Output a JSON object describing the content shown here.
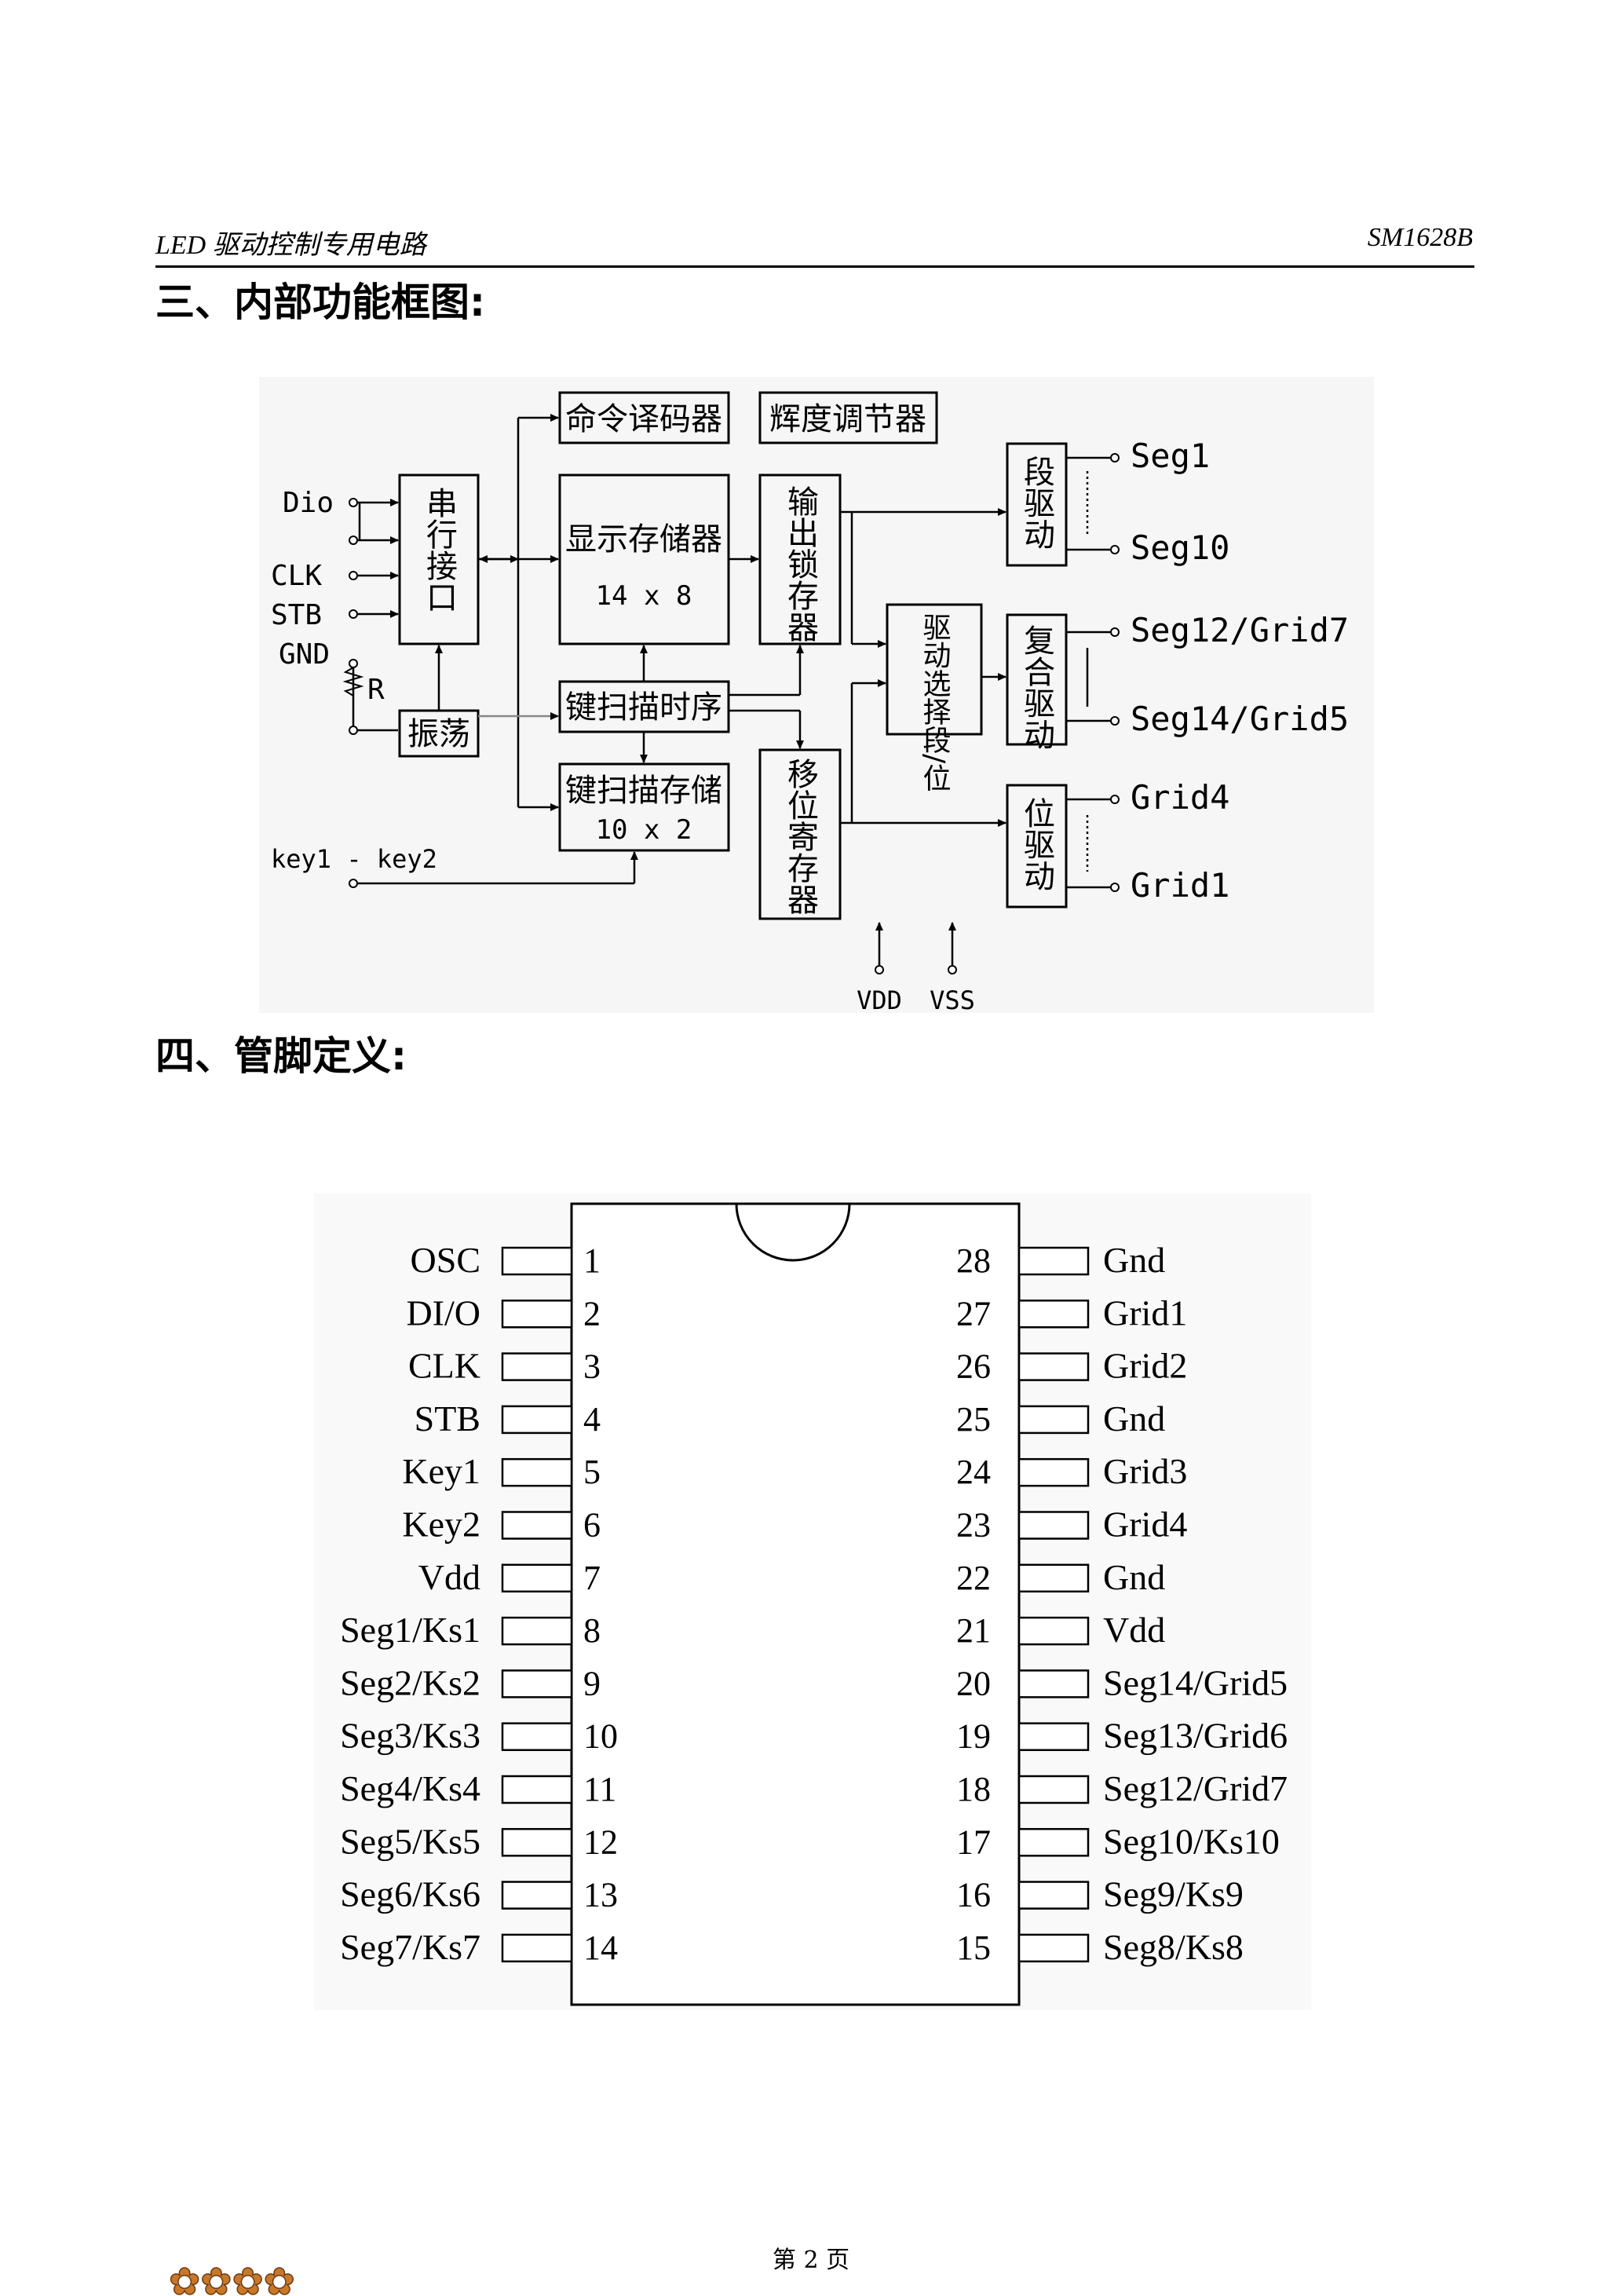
{
  "header": {
    "left": "LED 驱动控制专用电路",
    "right": "SM1628B"
  },
  "sections": {
    "block_diagram_title": "三、内部功能框图:",
    "pin_definition_title": "四、管脚定义:"
  },
  "block_diagram": {
    "blocks": {
      "cmd_decoder": "命令译码器",
      "brightness": "辉度调节器",
      "serial_if": "串行接口",
      "display_mem": "显示存储器",
      "display_mem_size": "14 x 8",
      "output_latch": "输出锁存器",
      "seg_driver": "段驱动",
      "key_scan_timing": "键扫描时序",
      "key_scan_store": "键扫描存储",
      "key_scan_store_size": "10 x 2",
      "drive_select": "驱动选择段/位",
      "composite_driver": "复合驱动",
      "oscillator": "振荡",
      "shift_reg": "移位寄存器",
      "grid_driver": "位驱动"
    },
    "signals": {
      "dio": "Dio",
      "clk": "CLK",
      "stb": "STB",
      "gnd": "GND",
      "r": "R",
      "keys": "key1 - key2",
      "vdd": "VDD",
      "vss": "VSS",
      "seg1": "Seg1",
      "seg10": "Seg10",
      "seg12_grid7": "Seg12/Grid7",
      "seg14_grid5": "Seg14/Grid5",
      "grid4": "Grid4",
      "grid1": "Grid1"
    }
  },
  "pins": {
    "left": [
      {
        "num": "1",
        "name": "OSC"
      },
      {
        "num": "2",
        "name": "DI/O"
      },
      {
        "num": "3",
        "name": "CLK"
      },
      {
        "num": "4",
        "name": "STB"
      },
      {
        "num": "5",
        "name": "Key1"
      },
      {
        "num": "6",
        "name": "Key2"
      },
      {
        "num": "7",
        "name": "Vdd"
      },
      {
        "num": "8",
        "name": "Seg1/Ks1"
      },
      {
        "num": "9",
        "name": "Seg2/Ks2"
      },
      {
        "num": "10",
        "name": "Seg3/Ks3"
      },
      {
        "num": "11",
        "name": "Seg4/Ks4"
      },
      {
        "num": "12",
        "name": "Seg5/Ks5"
      },
      {
        "num": "13",
        "name": "Seg6/Ks6"
      },
      {
        "num": "14",
        "name": "Seg7/Ks7"
      }
    ],
    "right": [
      {
        "num": "28",
        "name": "Gnd"
      },
      {
        "num": "27",
        "name": "Grid1"
      },
      {
        "num": "26",
        "name": "Grid2"
      },
      {
        "num": "25",
        "name": "Gnd"
      },
      {
        "num": "24",
        "name": "Grid3"
      },
      {
        "num": "23",
        "name": "Grid4"
      },
      {
        "num": "22",
        "name": "Gnd"
      },
      {
        "num": "21",
        "name": "Vdd"
      },
      {
        "num": "20",
        "name": "Seg14/Grid5"
      },
      {
        "num": "19",
        "name": "Seg13/Grid6"
      },
      {
        "num": "18",
        "name": "Seg12/Grid7"
      },
      {
        "num": "17",
        "name": "Seg10/Ks10"
      },
      {
        "num": "16",
        "name": "Seg9/Ks9"
      },
      {
        "num": "15",
        "name": "Seg8/Ks8"
      }
    ]
  },
  "footer": {
    "page": "第 2 页"
  }
}
